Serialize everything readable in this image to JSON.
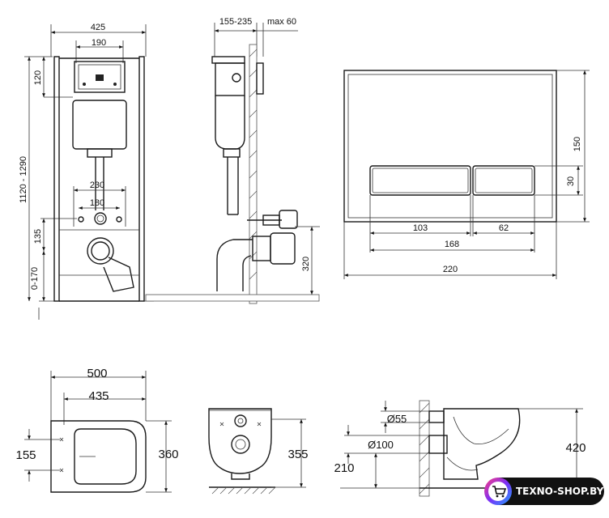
{
  "frame_view": {
    "width": "425",
    "inner_width": "190",
    "top_offset": "120",
    "height_range": "1120 - 1290",
    "spacing_outer": "230",
    "spacing_inner": "180",
    "pipe_height": "135",
    "floor_adjust": "0-170"
  },
  "side_view": {
    "depth_range": "155-235",
    "max_panel": "max 60",
    "drain_height": "320"
  },
  "button_plate": {
    "height": "150",
    "key_height": "30",
    "left_key": "103",
    "right_key": "62",
    "keys_total": "168",
    "width": "220"
  },
  "bowl_top": {
    "length": "500",
    "inner_length": "435",
    "mount_offset": "155",
    "width": "360"
  },
  "bowl_back": {
    "width": "355"
  },
  "bowl_side": {
    "pipe_small": "Ø55",
    "pipe_large": "Ø100",
    "drain_height": "210",
    "rim_height": "420"
  },
  "brand": {
    "name": "TEXNO-SHOP.BY",
    "color": "#111111",
    "accent": "#7b2ff7",
    "icon": "cart-icon"
  }
}
